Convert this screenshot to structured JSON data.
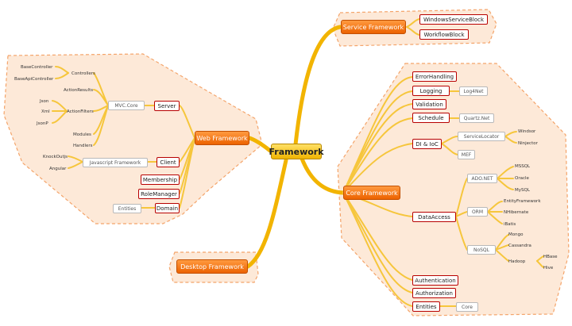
{
  "root": {
    "label": "Framework"
  },
  "main_nodes": {
    "service": "Service Framework",
    "web": "Web Framework",
    "core": "Core Framework",
    "desktop": "Desktop Framework"
  },
  "service": {
    "items": [
      "WindowsServiceBlock",
      "WorkflowBlock"
    ]
  },
  "web": {
    "server": "Server",
    "mvc_core": "MVC.Core",
    "controllers": "Controllers",
    "base_controller": "BaseController",
    "base_api_controller": "BaseApiController",
    "action_results": "ActionResults",
    "action_filters": "ActionFilters",
    "json": "Json",
    "xml": "Xml",
    "jsonp": "JsonP",
    "modules": "Modules",
    "handlers": "Handlers",
    "client": "Client",
    "js_framework": "Javascript Framework",
    "knockoutjs": "KnockOutjs",
    "angular": "Angular",
    "membership": "Membership",
    "role_manager": "RoleManager",
    "domain": "Domain",
    "entities": "Entities"
  },
  "core": {
    "error_handling": "ErrorHandling",
    "logging": "Logging",
    "log4net": "Log4Net",
    "validation": "Validation",
    "schedule": "Schedule",
    "quartz": "Quartz.Net",
    "di_ioc": "DI & IoC",
    "service_locator": "ServiceLocator",
    "windsor": "Windsor",
    "ninjector": "Ninjector",
    "mef": "MEF",
    "data_access": "DataAccess",
    "ado_net": "ADO.NET",
    "mssql": "MSSQL",
    "oracle": "Oracle",
    "mysql": "MySQL",
    "orm": "ORM",
    "entity_framework": "EntityFramework",
    "nhibernate": "NHibernate",
    "ibatis": "iBatis",
    "nosql": "NoSQL",
    "mongo": "Mongo",
    "cassandra": "Cassandra",
    "hadoop": "Hadoop",
    "hbase": "HBase",
    "hive": "Hive",
    "authentication": "Authentication",
    "authorization": "Authorization",
    "entities": "Entities",
    "core_label": "Core"
  },
  "colors": {
    "trunk": "#f2b400",
    "branch": "#f6c63c",
    "main_fill": "#ff7a1a",
    "red_border": "#b80000",
    "group_fill": "#fde9d8",
    "group_border": "#f4a46a"
  }
}
